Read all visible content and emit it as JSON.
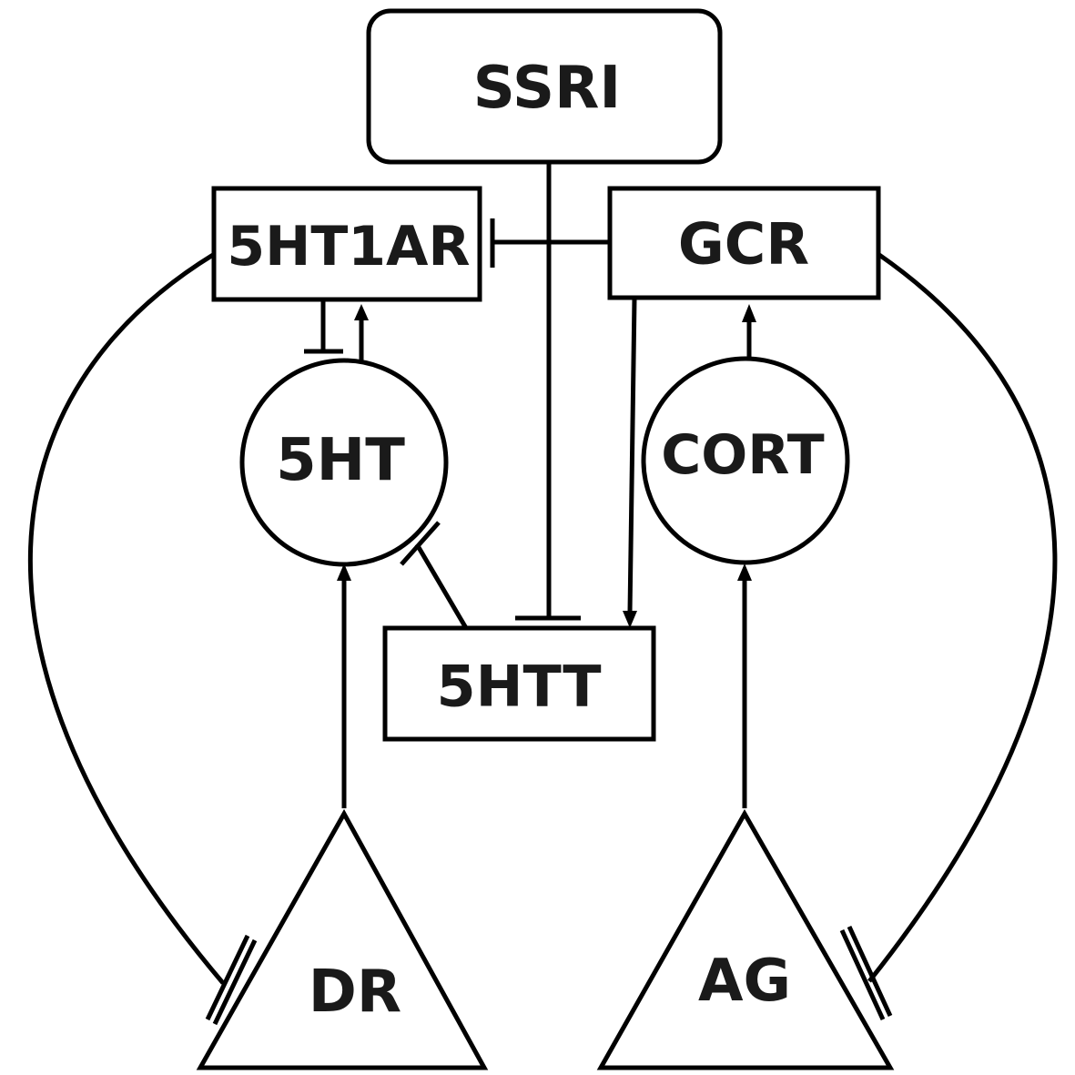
{
  "diagram": {
    "nodes": {
      "ssri": "SSRI",
      "receptor": "5HT1AR",
      "gcr": "GCR",
      "serotonin": "5HT",
      "cortisol": "CORT",
      "transporter": "5HTT",
      "dr": "DR",
      "ag": "AG"
    },
    "edges": [
      {
        "from": "SSRI",
        "to": "5HTT",
        "type": "inhibit"
      },
      {
        "from": "GCR",
        "to": "5HT1AR",
        "type": "inhibit"
      },
      {
        "from": "5HT1AR",
        "to": "5HT",
        "type": "inhibit"
      },
      {
        "from": "5HT",
        "to": "5HT1AR",
        "type": "activate"
      },
      {
        "from": "DR",
        "to": "5HT",
        "type": "activate"
      },
      {
        "from": "5HTT",
        "to": "5HT",
        "type": "inhibit"
      },
      {
        "from": "GCR",
        "to": "5HTT",
        "type": "activate"
      },
      {
        "from": "CORT",
        "to": "GCR",
        "type": "activate"
      },
      {
        "from": "AG",
        "to": "CORT",
        "type": "activate"
      },
      {
        "from": "5HT1AR",
        "to": "DR",
        "type": "inhibit"
      },
      {
        "from": "GCR",
        "to": "AG",
        "type": "inhibit"
      }
    ]
  }
}
